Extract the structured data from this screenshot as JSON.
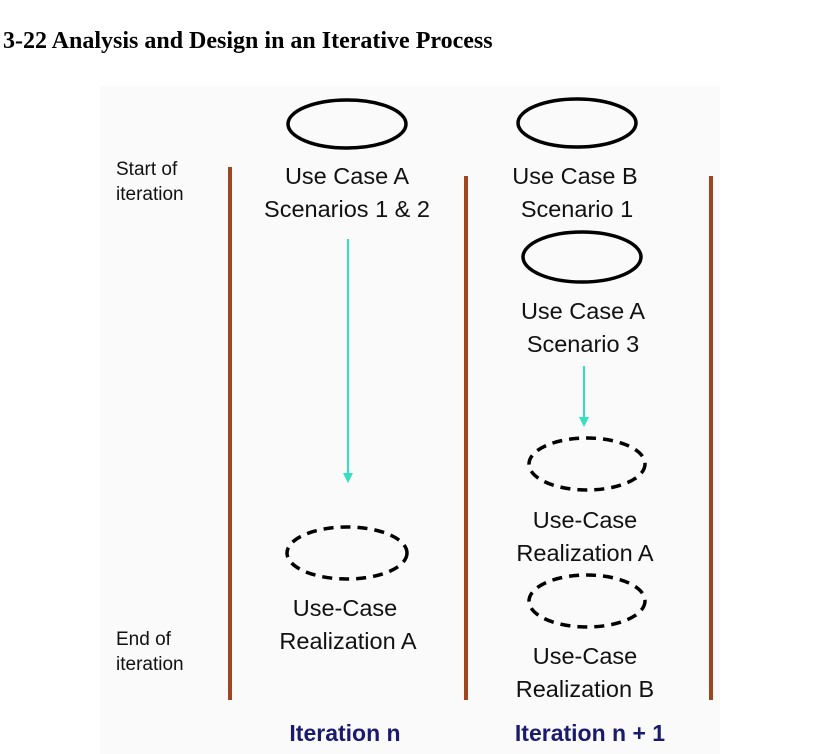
{
  "title": "3-22 Analysis and Design in an Iterative Process",
  "side_labels": {
    "start": [
      "Start of",
      "iteration"
    ],
    "end": [
      "End of",
      "iteration"
    ]
  },
  "iteration_n": {
    "label": "Iteration n",
    "use_case": [
      "Use Case A",
      "Scenarios 1 & 2"
    ],
    "realization": [
      "Use-Case",
      "Realization A"
    ]
  },
  "iteration_n1": {
    "label": "Iteration n + 1",
    "use_case_b": [
      "Use Case B",
      "Scenario 1"
    ],
    "use_case_a": [
      "Use Case A",
      "Scenario 3"
    ],
    "realization_a": [
      "Use-Case",
      "Realization A"
    ],
    "realization_b": [
      "Use-Case",
      "Realization B"
    ]
  },
  "colors": {
    "divider": "#a0461e",
    "arrow": "#33e0c0",
    "iteration_label": "#1a1a6e",
    "ellipse_stroke": "#000000"
  }
}
